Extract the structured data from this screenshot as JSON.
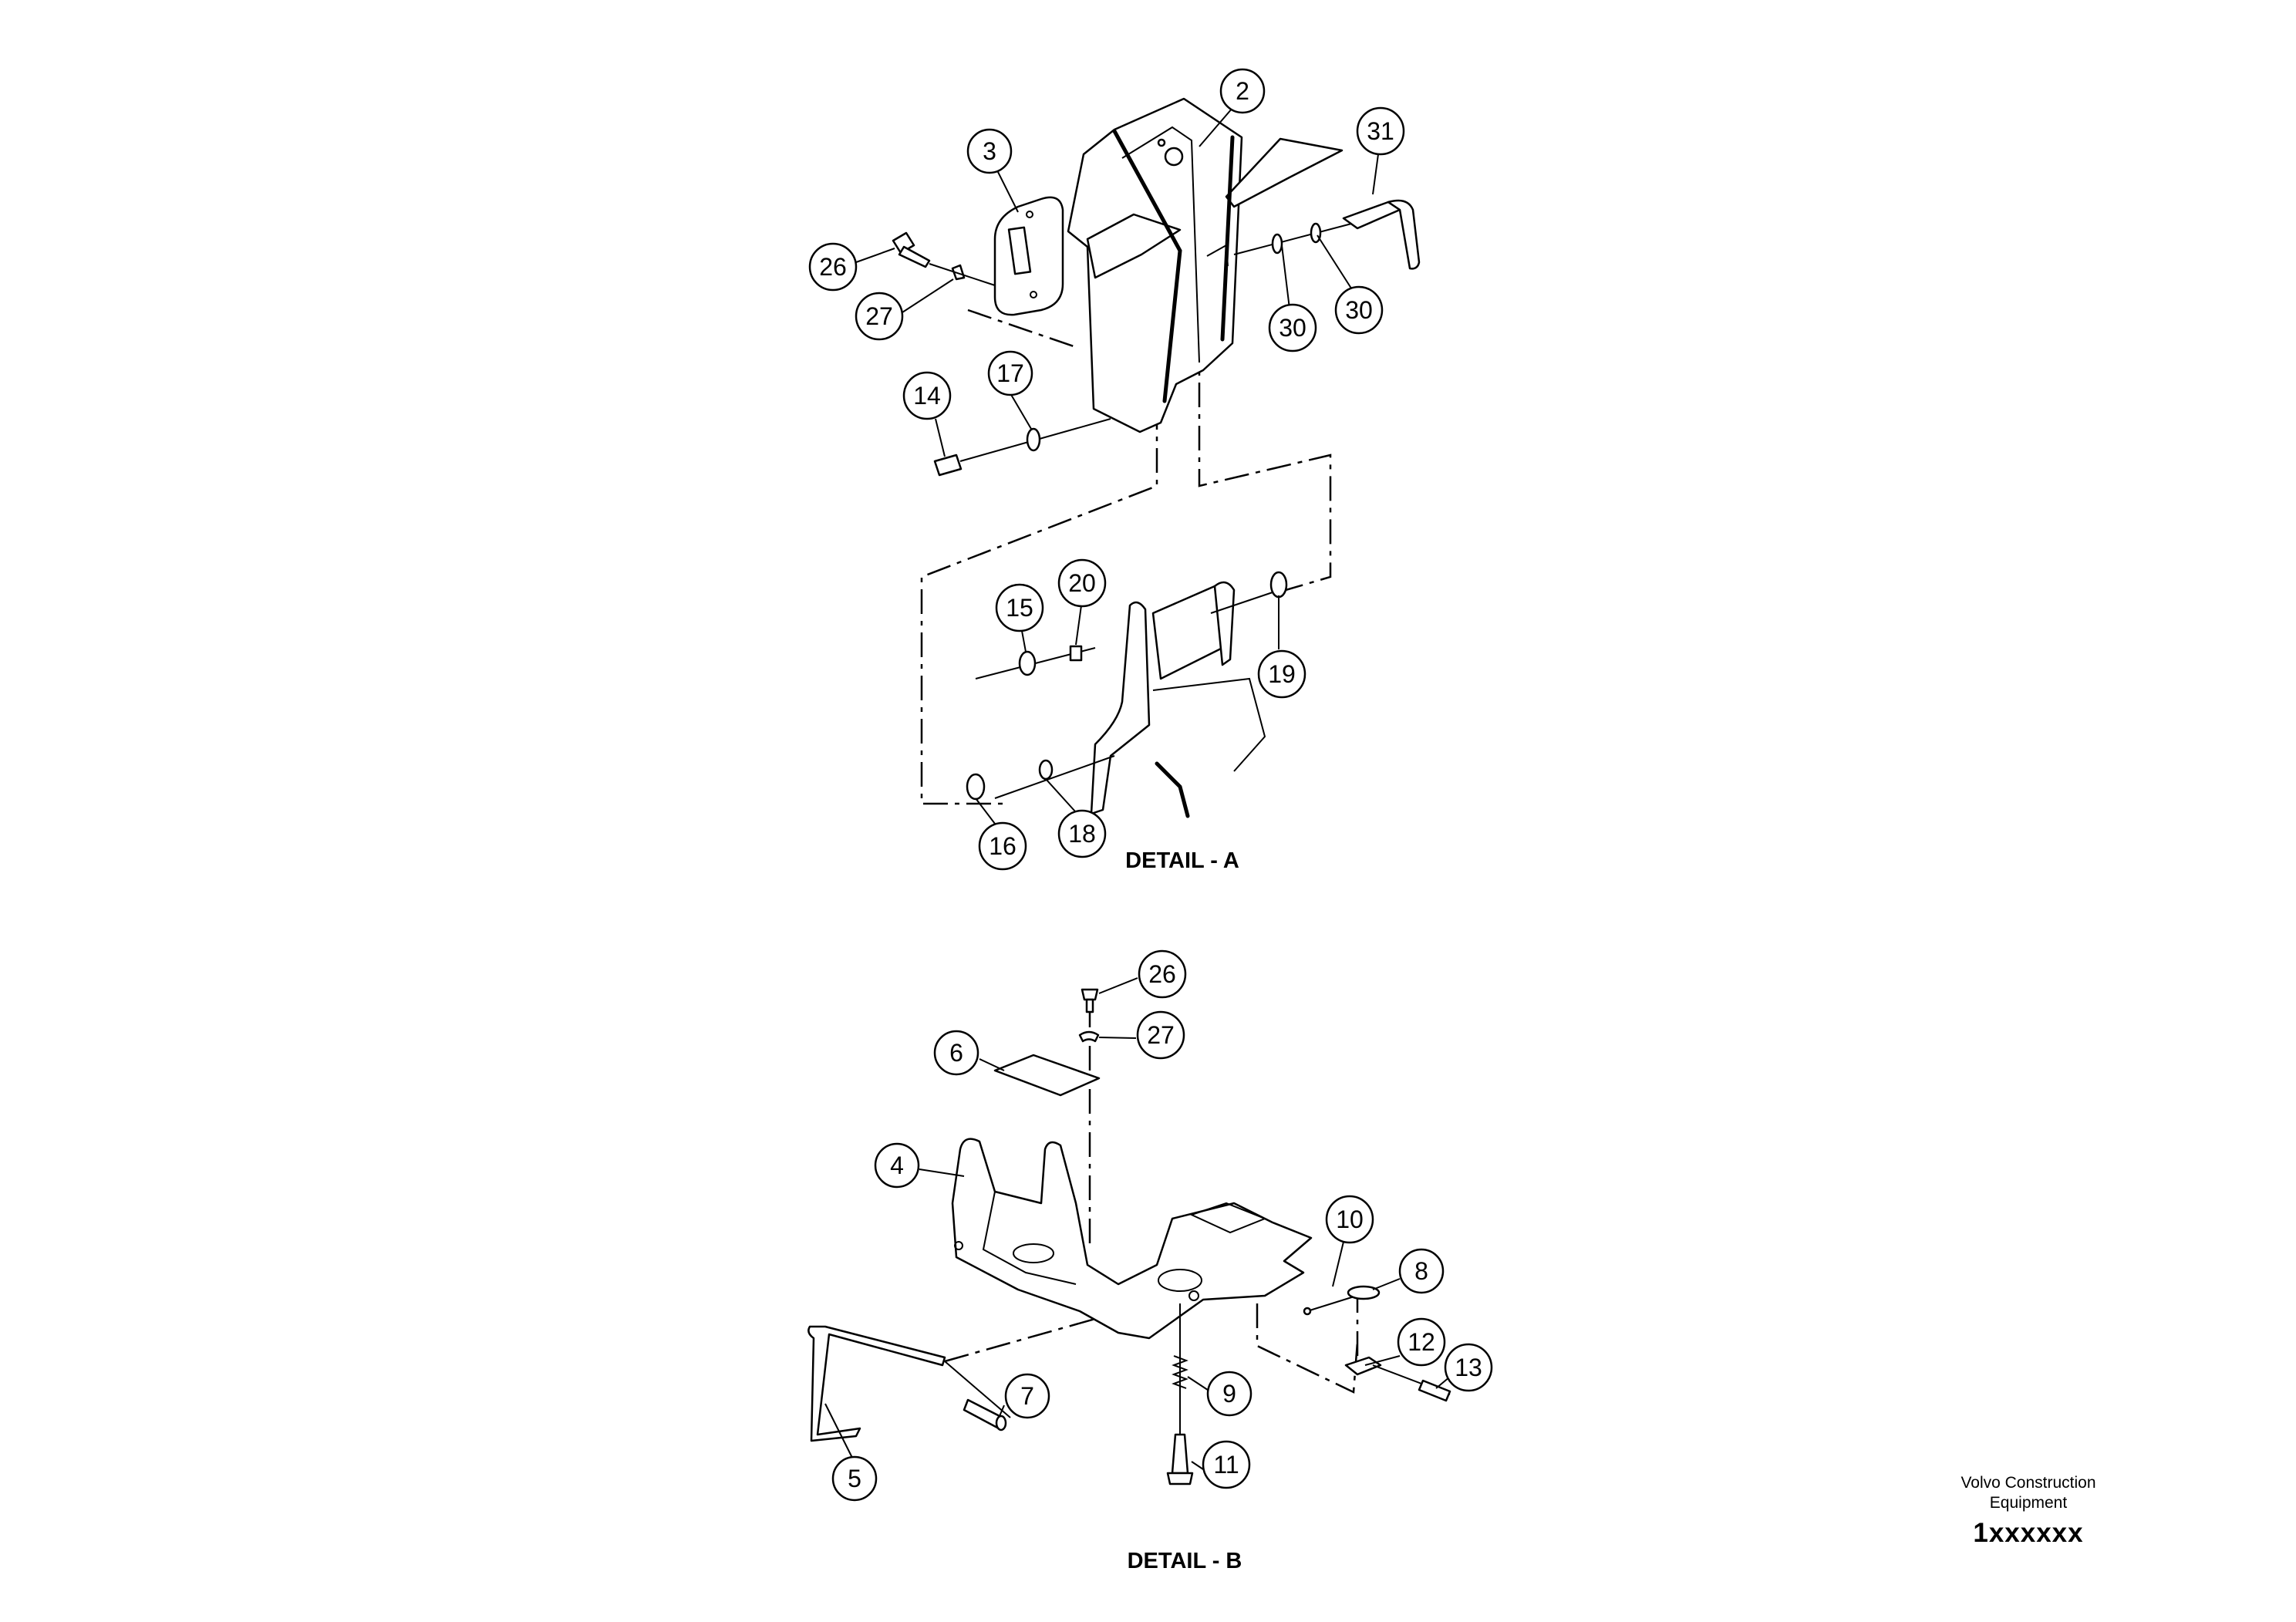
{
  "details": {
    "a": {
      "caption": "DETAIL - A",
      "callouts": [
        "2",
        "3",
        "31",
        "26",
        "27",
        "30",
        "30",
        "14",
        "17",
        "15",
        "20",
        "19",
        "16",
        "18"
      ]
    },
    "b": {
      "caption": "DETAIL - B",
      "callouts": [
        "26",
        "27",
        "6",
        "4",
        "10",
        "8",
        "12",
        "13",
        "9",
        "7",
        "11",
        "5"
      ]
    }
  },
  "title_block": {
    "company_line1": "Volvo Construction",
    "company_line2": "Equipment",
    "drawing_number": "1xxxxxx"
  }
}
